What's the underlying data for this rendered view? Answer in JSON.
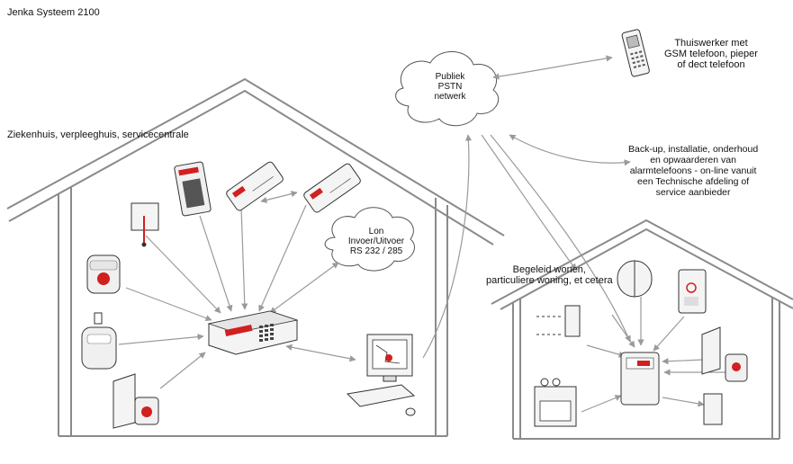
{
  "title": "Jenka Systeem 2100",
  "labels": {
    "hospital": "Ziekenhuis, verpleeghuis, servicecentrale",
    "assisted_line1": "Begeleid wonen,",
    "assisted_line2": "particuliere woning, et cetera",
    "homeworker_line1": "Thuiswerker met",
    "homeworker_line2": "GSM telefoon, pieper",
    "homeworker_line3": "of dect telefoon",
    "backup_line1": "Back-up, installatie, onderhoud",
    "backup_line2": "en opwaarderen van",
    "backup_line3": "alarmtelefoons - on-line vanuit",
    "backup_line4": "een Technische afdeling of",
    "backup_line5": "service aanbieder"
  },
  "clouds": {
    "pstn_line1": "Publiek",
    "pstn_line2": "PSTN",
    "pstn_line3": "netwerk",
    "lon_line1": "Lon",
    "lon_line2": "Invoer/Uitvoer",
    "lon_line3": "RS 232 / 285"
  },
  "keypad_display": "",
  "colors": {
    "line": "#8a8a8a",
    "arrow": "#9a9a9a",
    "accent": "#d21f1f",
    "device_fill": "#f2f2f2",
    "device_stroke": "#333333"
  },
  "icons": [
    "mobile-phone-icon",
    "pull-cord-icon",
    "intercom-icon",
    "pager-icon",
    "dect-handset-icon",
    "alarm-button-icon",
    "pendant-icon",
    "door-sensor-icon",
    "control-unit-icon",
    "computer-workstation-icon",
    "window-sensor-icon",
    "smoke-detector-icon",
    "home-alarm-unit-icon",
    "stove-icon",
    "switch-icon"
  ]
}
